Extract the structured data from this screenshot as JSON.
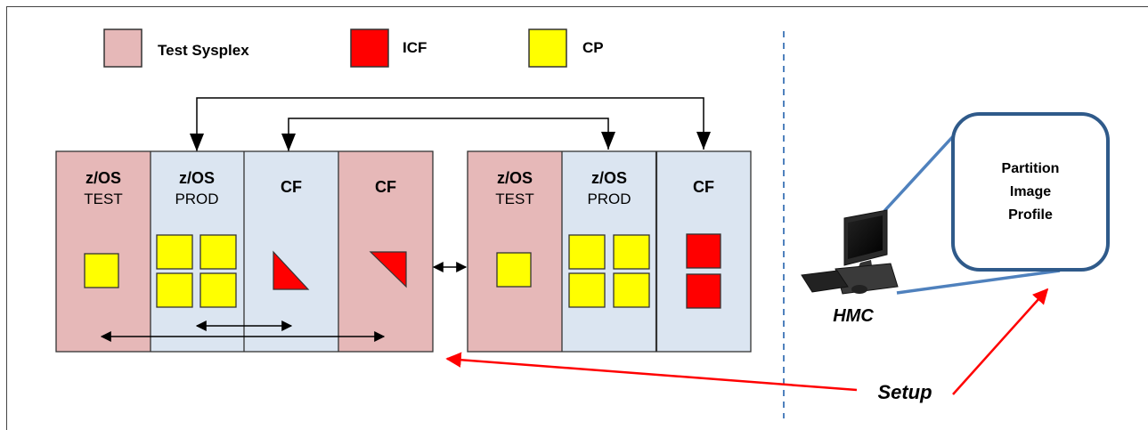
{
  "legend": [
    {
      "label": "Test Sysplex",
      "color": "#e6b8b8"
    },
    {
      "label": "ICF",
      "color": "#ff0000"
    },
    {
      "label": "CP",
      "color": "#ffff00"
    }
  ],
  "cec1": {
    "partitions": [
      {
        "line1": "z/OS",
        "line2": "TEST",
        "color": "#e6b8b8"
      },
      {
        "line1": "z/OS",
        "line2": "PROD",
        "color": "#dbe5f1"
      },
      {
        "line1": "CF",
        "line2": "",
        "color": "#dbe5f1"
      },
      {
        "line1": "CF",
        "line2": "",
        "color": "#e6b8b8"
      }
    ]
  },
  "cec2": {
    "partitions": [
      {
        "line1": "z/OS",
        "line2": "TEST",
        "color": "#e6b8b8"
      },
      {
        "line1": "z/OS",
        "line2": "PROD",
        "color": "#dbe5f1"
      },
      {
        "line1": "CF",
        "line2": "",
        "color": "#dbe5f1"
      }
    ]
  },
  "hmc": {
    "label": "HMC",
    "profile_lines": [
      "Partition",
      "Image",
      "Profile"
    ]
  },
  "setup_label": "Setup",
  "colors": {
    "test_sysplex": "#e6b8b8",
    "prod": "#dbe5f1",
    "icf": "#ff0000",
    "cp": "#ffff00",
    "setup_arrow": "#ff0000",
    "dashed_divider": "#4f81bd",
    "callout": "#4f81bd"
  }
}
